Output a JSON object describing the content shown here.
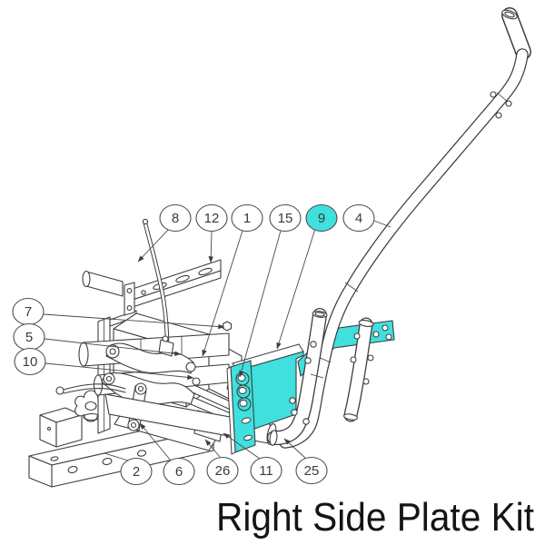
{
  "diagram": {
    "title": "Right Side Plate Kit",
    "highlighted_callout": "9",
    "colors": {
      "highlight": "#3fe0de",
      "line": "#3d3d3d",
      "balloon_stroke": "#4d4d4d",
      "background": "#ffffff",
      "title_text": "#141414"
    },
    "callouts": {
      "top": [
        "8",
        "12",
        "1",
        "15",
        "9",
        "4"
      ],
      "left": [
        "7",
        "5",
        "10"
      ],
      "bottom": [
        "2",
        "6",
        "26",
        "11",
        "25"
      ]
    }
  }
}
